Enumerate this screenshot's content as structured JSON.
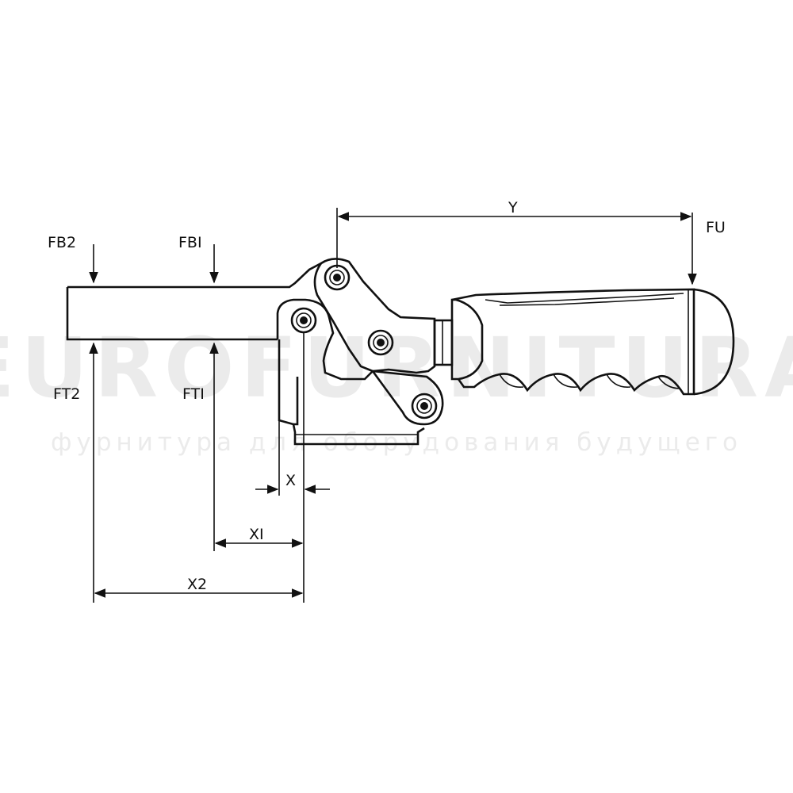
{
  "watermark": {
    "brand": "EUROFURNITURA",
    "tagline": "фурнитура для оборудования будущего"
  },
  "labels": {
    "fb2": "FB2",
    "fb1": "FBI",
    "fu": "FU",
    "ft2": "FT2",
    "ft1": "FTI",
    "y": "Y",
    "x": "X",
    "x1": "XI",
    "x2": "X2"
  },
  "colors": {
    "line": "#111111",
    "watermark": "#ebebeb",
    "background": "#ffffff"
  }
}
